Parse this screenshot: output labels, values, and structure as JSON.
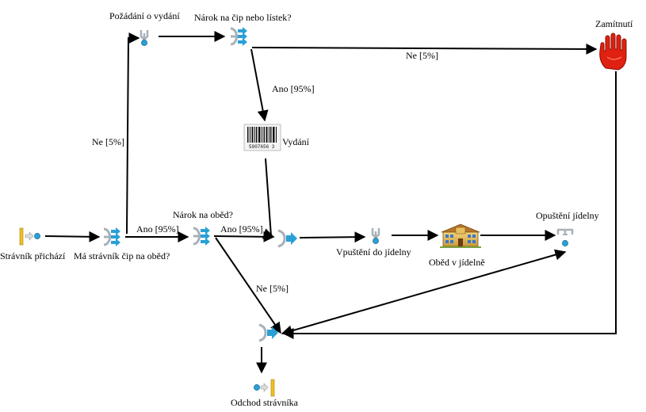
{
  "nodes": {
    "start": "Strávník přichází",
    "decision_chip": "Má strávník čip na oběd?",
    "request": "Požádání o vydání",
    "decision_claim": "Nárok na čip nebo lístek?",
    "reject": "Zamítnutí",
    "issue": "Vydání",
    "decision_meal": "Nárok na oběd?",
    "enter": "Vpuštění do jídelny",
    "lunch": "Oběd v jídelně",
    "leave": "Opuštění jídelny",
    "end": "Odchod strávníka"
  },
  "edges": {
    "chip_no": "Ne [5%]",
    "chip_yes": "Ano [95%]",
    "claim_no": "Ne [5%]",
    "claim_yes": "Ano [95%]",
    "meal_yes": "Ano [95%]",
    "meal_no": "Ne [5%]"
  },
  "barcode_digits": "5907656 3",
  "icons": {
    "start": "start-event-icon",
    "decision": "decision-gateway-icon",
    "task": "task-icon",
    "reject": "stop-hand-icon",
    "issue": "barcode-icon",
    "merge": "merge-gateway-icon",
    "lunch": "canteen-building-icon",
    "leave": "exit-task-icon",
    "end": "end-event-icon"
  },
  "colors": {
    "line": "#000000",
    "gateway_arrow": "#2aa0d6",
    "hand_red": "#e02010",
    "start_bar": "#f0c020"
  }
}
